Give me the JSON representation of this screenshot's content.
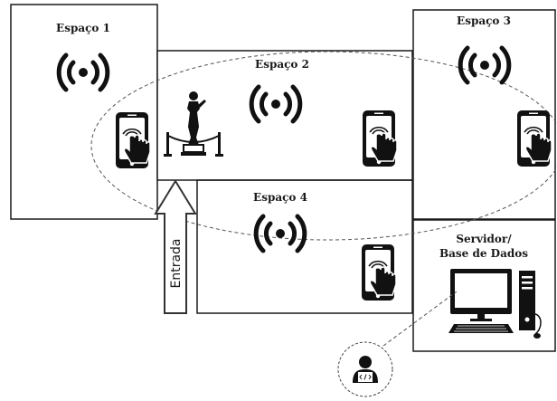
{
  "rooms": {
    "space1": "Espaço 1",
    "space2": "Espaço 2",
    "space3": "Espaço 3",
    "space4": "Espaço 4"
  },
  "server": {
    "line1": "Servidor/",
    "line2": "Base de Dados"
  },
  "entrance_label": "Entrada",
  "icons": [
    "wifi-beacon-icon",
    "smartphone-touch-icon",
    "statue-exhibit-icon",
    "desktop-computer-icon",
    "developer-avatar-icon",
    "entrance-arrow"
  ],
  "colors": {
    "line": "#1a1a1a",
    "background": "#ffffff"
  }
}
